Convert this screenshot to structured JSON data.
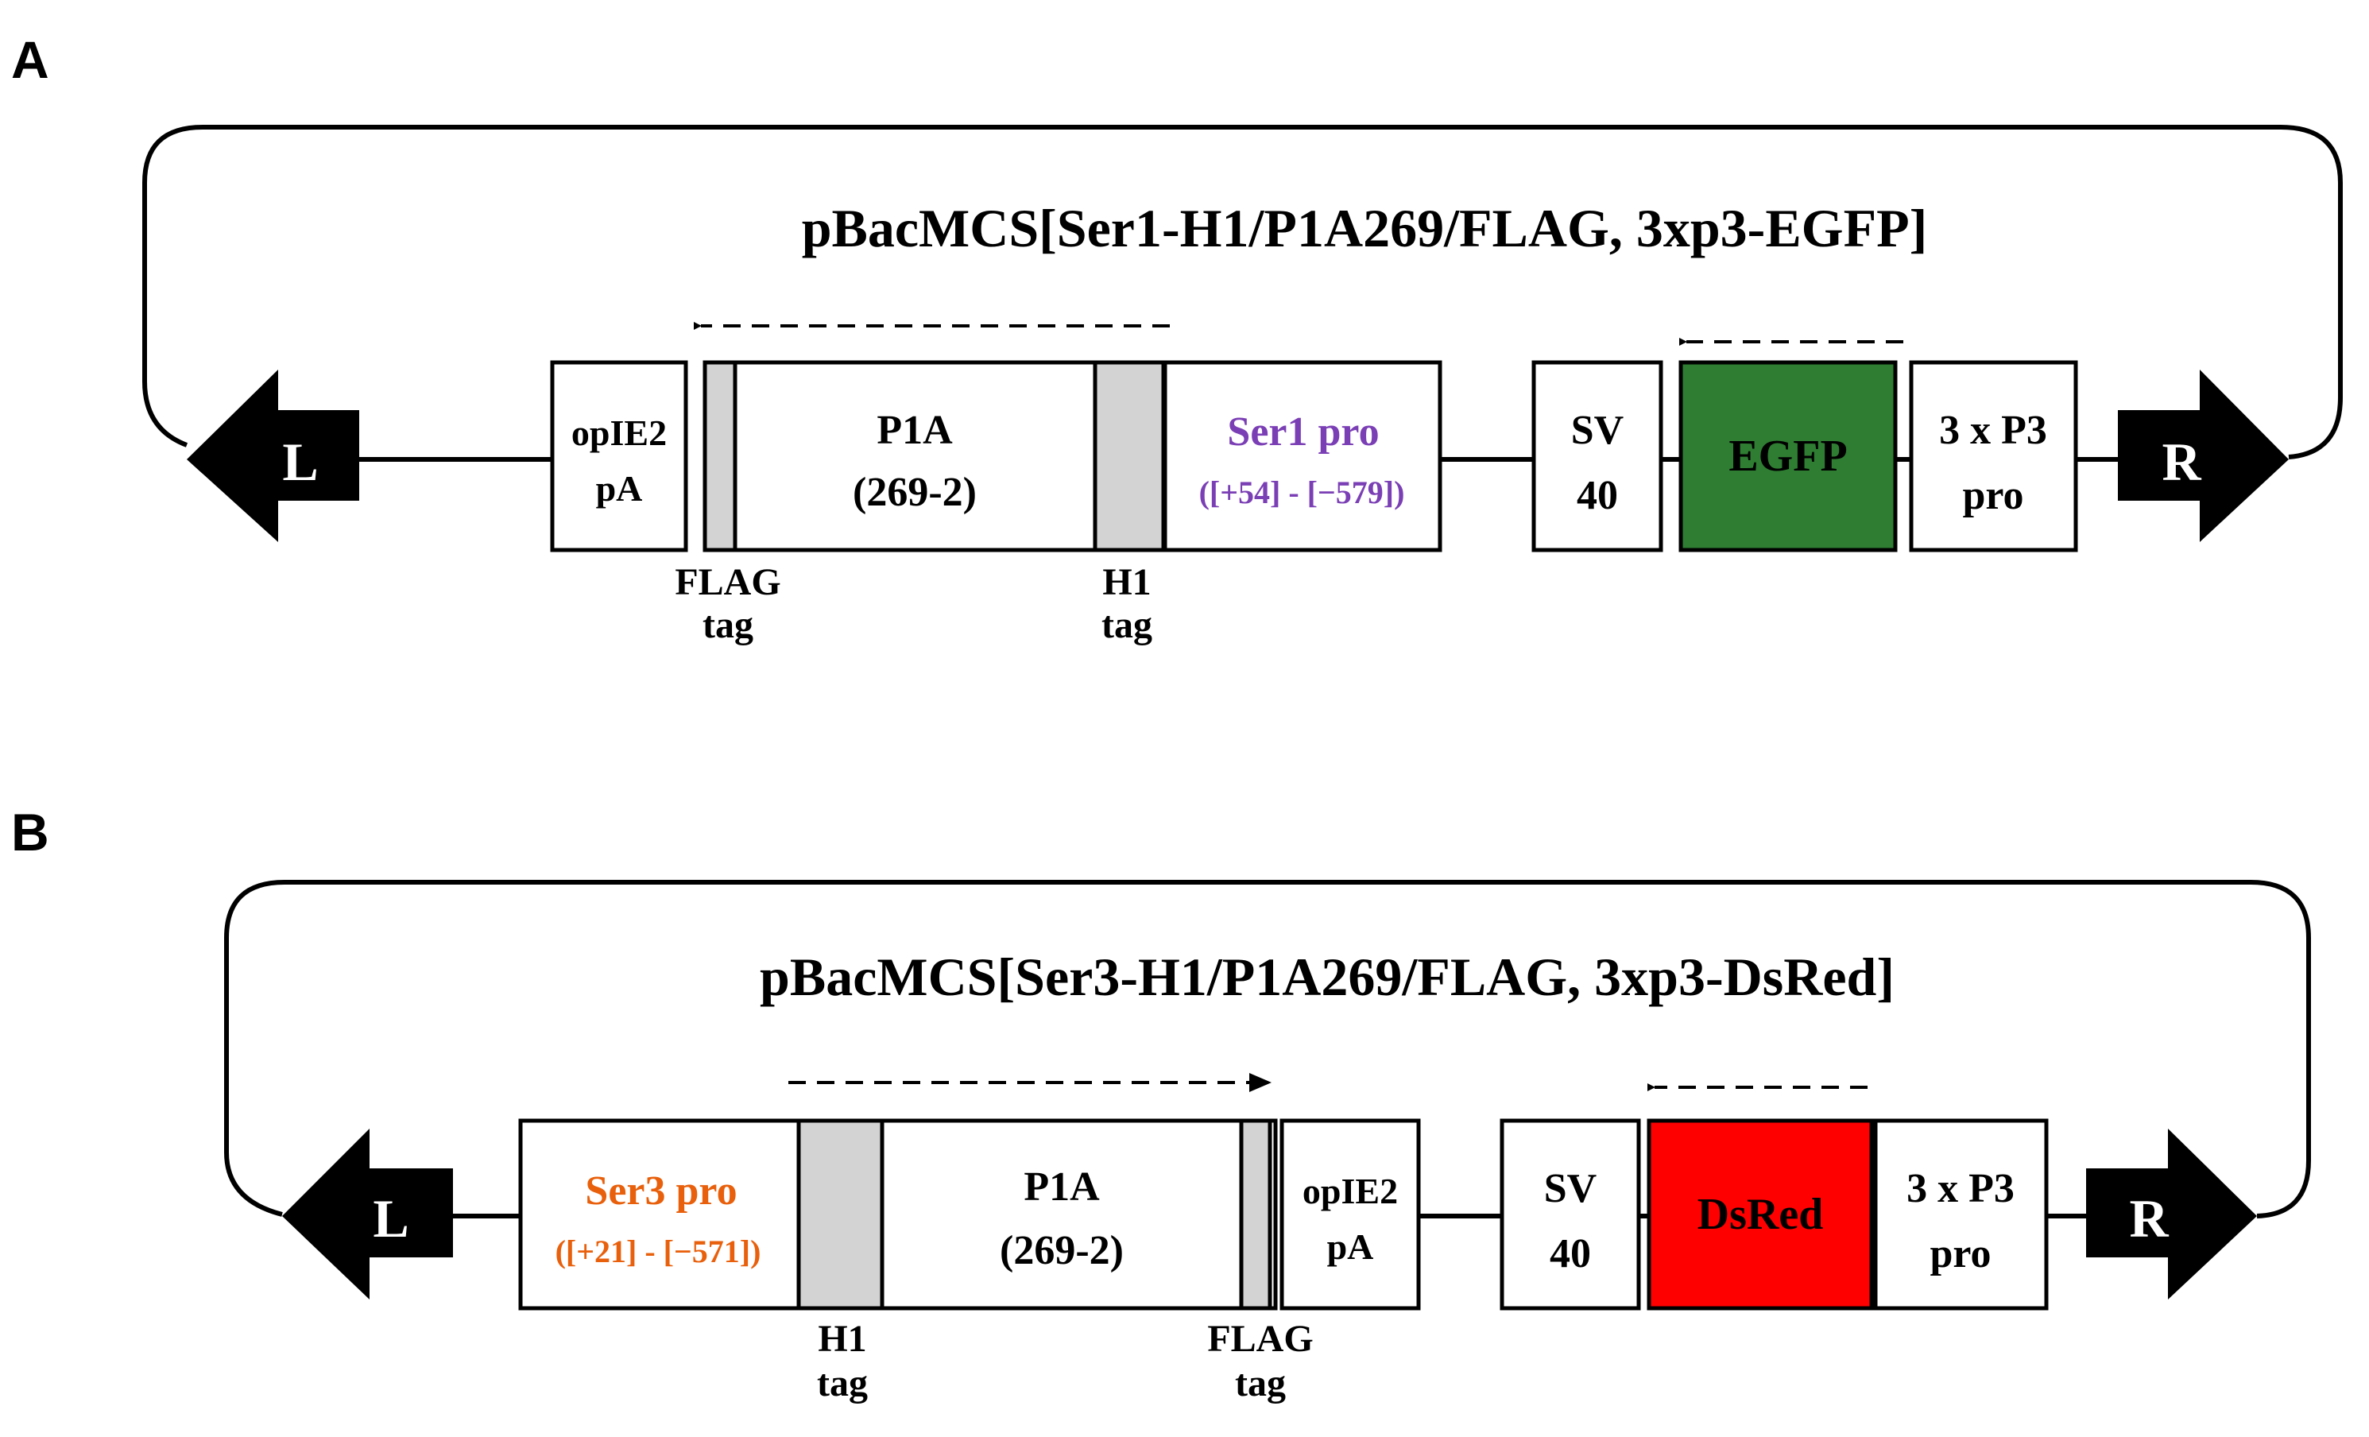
{
  "panels": [
    {
      "letter": "A",
      "title": "pBacMCS[Ser1-H1/P1A269/FLAG, 3xp3-EGFP]",
      "left_arm": "L",
      "right_arm": "R",
      "boxes": {
        "opie2": [
          "opIE2",
          "pA"
        ],
        "p1a": [
          "P1A",
          "(269-2)"
        ],
        "promoter": [
          "Ser1 pro",
          "([+54] - [−579])"
        ],
        "sv40": [
          "SV",
          "40"
        ],
        "marker": "EGFP",
        "p3pro": [
          "3 x P3",
          "pro"
        ]
      },
      "tags": {
        "flag": [
          "FLAG",
          "tag"
        ],
        "h1": [
          "H1",
          "tag"
        ]
      }
    },
    {
      "letter": "B",
      "title": "pBacMCS[Ser3-H1/P1A269/FLAG, 3xp3-DsRed]",
      "left_arm": "L",
      "right_arm": "R",
      "boxes": {
        "promoter": [
          "Ser3 pro",
          "([+21] - [−571])"
        ],
        "p1a": [
          "P1A",
          "(269-2)"
        ],
        "opie2": [
          "opIE2",
          "pA"
        ],
        "sv40": [
          "SV",
          "40"
        ],
        "marker": "DsRed",
        "p3pro": [
          "3 x P3",
          "pro"
        ]
      },
      "tags": {
        "h1": [
          "H1",
          "tag"
        ],
        "flag": [
          "FLAG",
          "tag"
        ]
      }
    }
  ],
  "colors": {
    "egfp": "#2e7d32",
    "dsred": "#ff0000",
    "ser1_text": "#7b3fb5",
    "ser3_text": "#e8600c",
    "tag_fill": "#d3d3d3",
    "line": "#000000"
  }
}
